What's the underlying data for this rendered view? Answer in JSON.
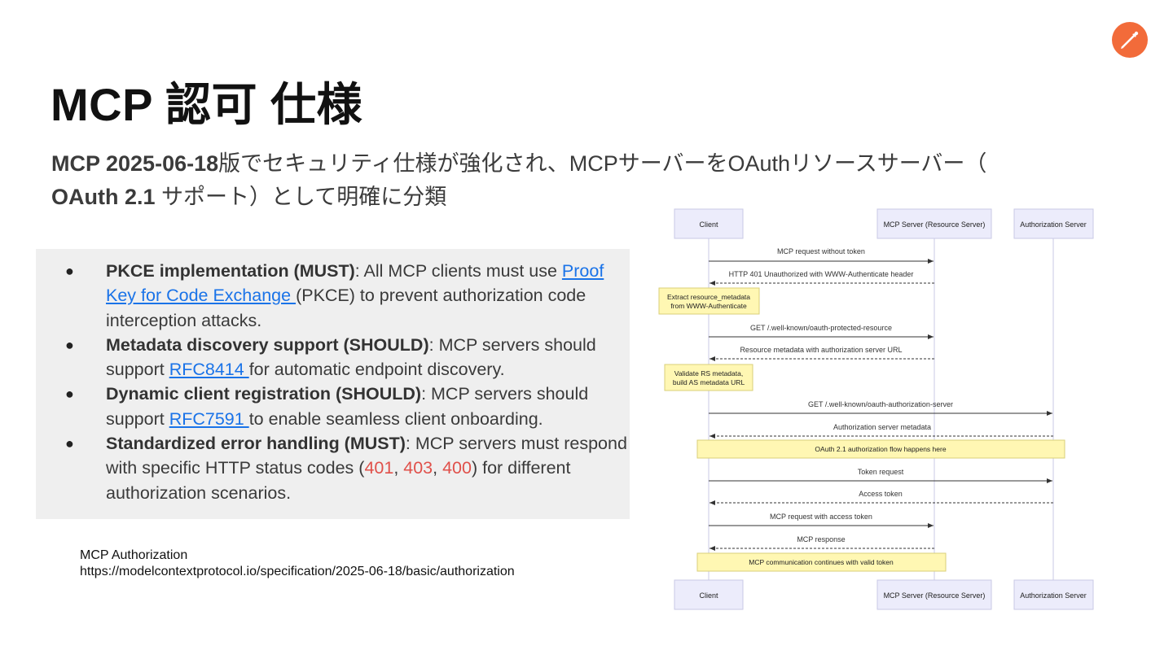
{
  "slide": {
    "title": "MCP 認可 仕様",
    "subtitle_bold": "MCP 2025-06-18",
    "subtitle_line1_rest": "版でセキュリティ仕様が強化され、MCPサーバーをOAuthリソースサーバー（",
    "subtitle_line2_bold": "OAuth 2.1 ",
    "subtitle_line2_rest": "サポート）として明確に分類"
  },
  "bullets": [
    {
      "bold": "PKCE implementation (MUST)",
      "pre": ": All MCP clients must use ",
      "link": "Proof Key for Code Exchange ",
      "post": " (PKCE) to prevent authorization code interception attacks."
    },
    {
      "bold": "Metadata discovery support (SHOULD)",
      "pre": ": MCP servers should support ",
      "link": "RFC8414 ",
      "post": " for automatic endpoint discovery."
    },
    {
      "bold": "Dynamic client registration (SHOULD)",
      "pre": ": MCP servers should support ",
      "link": "RFC7591 ",
      "post": " to enable seamless client onboarding."
    },
    {
      "bold": "Standardized error handling (MUST)",
      "pre": ": MCP servers must respond with specific HTTP status codes (",
      "code1": "401",
      "sep1": ", ",
      "code2": "403",
      "sep2": ", ",
      "code3": "400",
      "post": ") for different authorization scenarios."
    }
  ],
  "source": {
    "label": "MCP Authorization",
    "url": "https://modelcontextprotocol.io/specification/2025-06-18/basic/authorization"
  },
  "diagram": {
    "participants": [
      "Client",
      "MCP Server (Resource Server)",
      "Authorization Server"
    ],
    "messages": [
      "MCP request without token",
      "HTTP 401 Unauthorized with WWW-Authenticate header",
      "GET /.well-known/oauth-protected-resource",
      "Resource metadata with authorization server URL",
      "GET /.well-known/oauth-authorization-server",
      "Authorization server metadata",
      "Token request",
      "Access token",
      "MCP request with access token",
      "MCP response"
    ],
    "notes": [
      "Extract resource_metadata",
      "from WWW-Authenticate",
      "Validate RS metadata,",
      "build AS metadata URL",
      "OAuth 2.1 authorization flow happens here",
      "MCP communication continues with valid token"
    ]
  },
  "colors": {
    "accent": "#f26b3a",
    "link": "#1a73e8",
    "status_code": "#e0504a",
    "note_fill": "#fff7b3",
    "participant_fill": "#ececfb"
  },
  "icons": [
    "postman-logo-icon"
  ]
}
